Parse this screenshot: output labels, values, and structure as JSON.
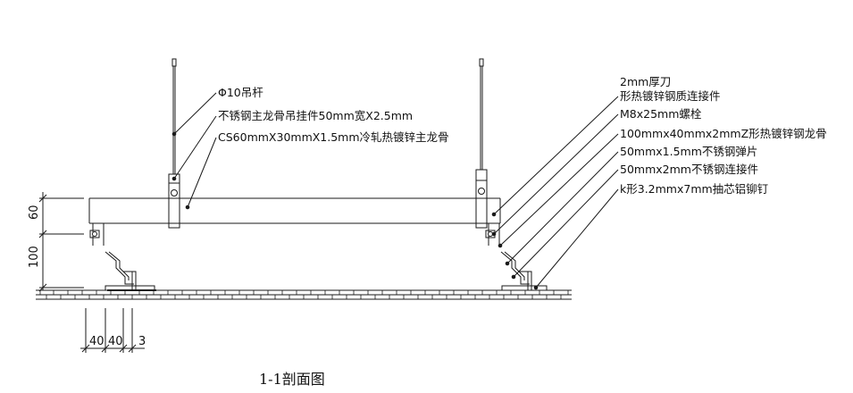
{
  "title": "1-1剖面图",
  "labels": {
    "left_rod": "Φ10吊杆",
    "left_hanger": "不锈钢主龙骨吊挂件50mm宽X2.5mm",
    "left_channel": "CS60mmX30mmX1.5mm冷轧热镀锌主龙骨",
    "right_bracket_1": "2mm厚刀",
    "right_bracket_2": "形热镀锌钢质连接件",
    "right_bolt": "M8x25mm螺栓",
    "right_z": "100mmx40mmx2mmZ形热镀锌钢龙骨",
    "right_spring": "50mmx1.5mm不锈钢弹片",
    "right_connector": "50mmx2mm不锈钢连接件",
    "right_rivet": "k形3.2mmx7mm抽芯铝铆钉"
  },
  "dimensions": {
    "vertical": [
      "60",
      "100"
    ],
    "horizontal": [
      "40",
      "40",
      "3"
    ]
  },
  "colors": {
    "line": "#1a1a1a",
    "background": "#ffffff"
  }
}
